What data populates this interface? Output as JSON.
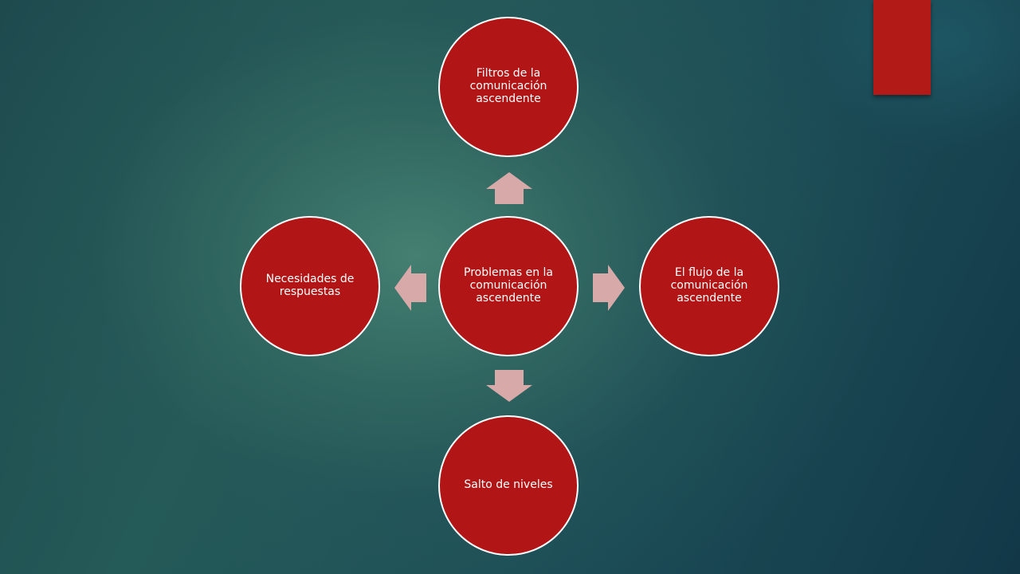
{
  "diagram": {
    "center": {
      "label": "Problemas en la comunicación ascendente"
    },
    "nodes": {
      "top": {
        "label": "Filtros de la comunicación ascendente"
      },
      "right": {
        "label": "El flujo de la comunicación ascendente"
      },
      "bottom": {
        "label": "Salto de niveles"
      },
      "left": {
        "label": "Necesidades de respuestas"
      }
    },
    "colors": {
      "node_fill": "#b11515",
      "node_border": "#ffffff",
      "arrow_fill": "#d7a9a9",
      "accent_tab": "#b21a18"
    },
    "edges": [
      {
        "from": "center",
        "to": "top",
        "icon": "arrow-up-icon"
      },
      {
        "from": "center",
        "to": "right",
        "icon": "arrow-right-icon"
      },
      {
        "from": "center",
        "to": "bottom",
        "icon": "arrow-down-icon"
      },
      {
        "from": "center",
        "to": "left",
        "icon": "arrow-left-icon"
      }
    ]
  }
}
